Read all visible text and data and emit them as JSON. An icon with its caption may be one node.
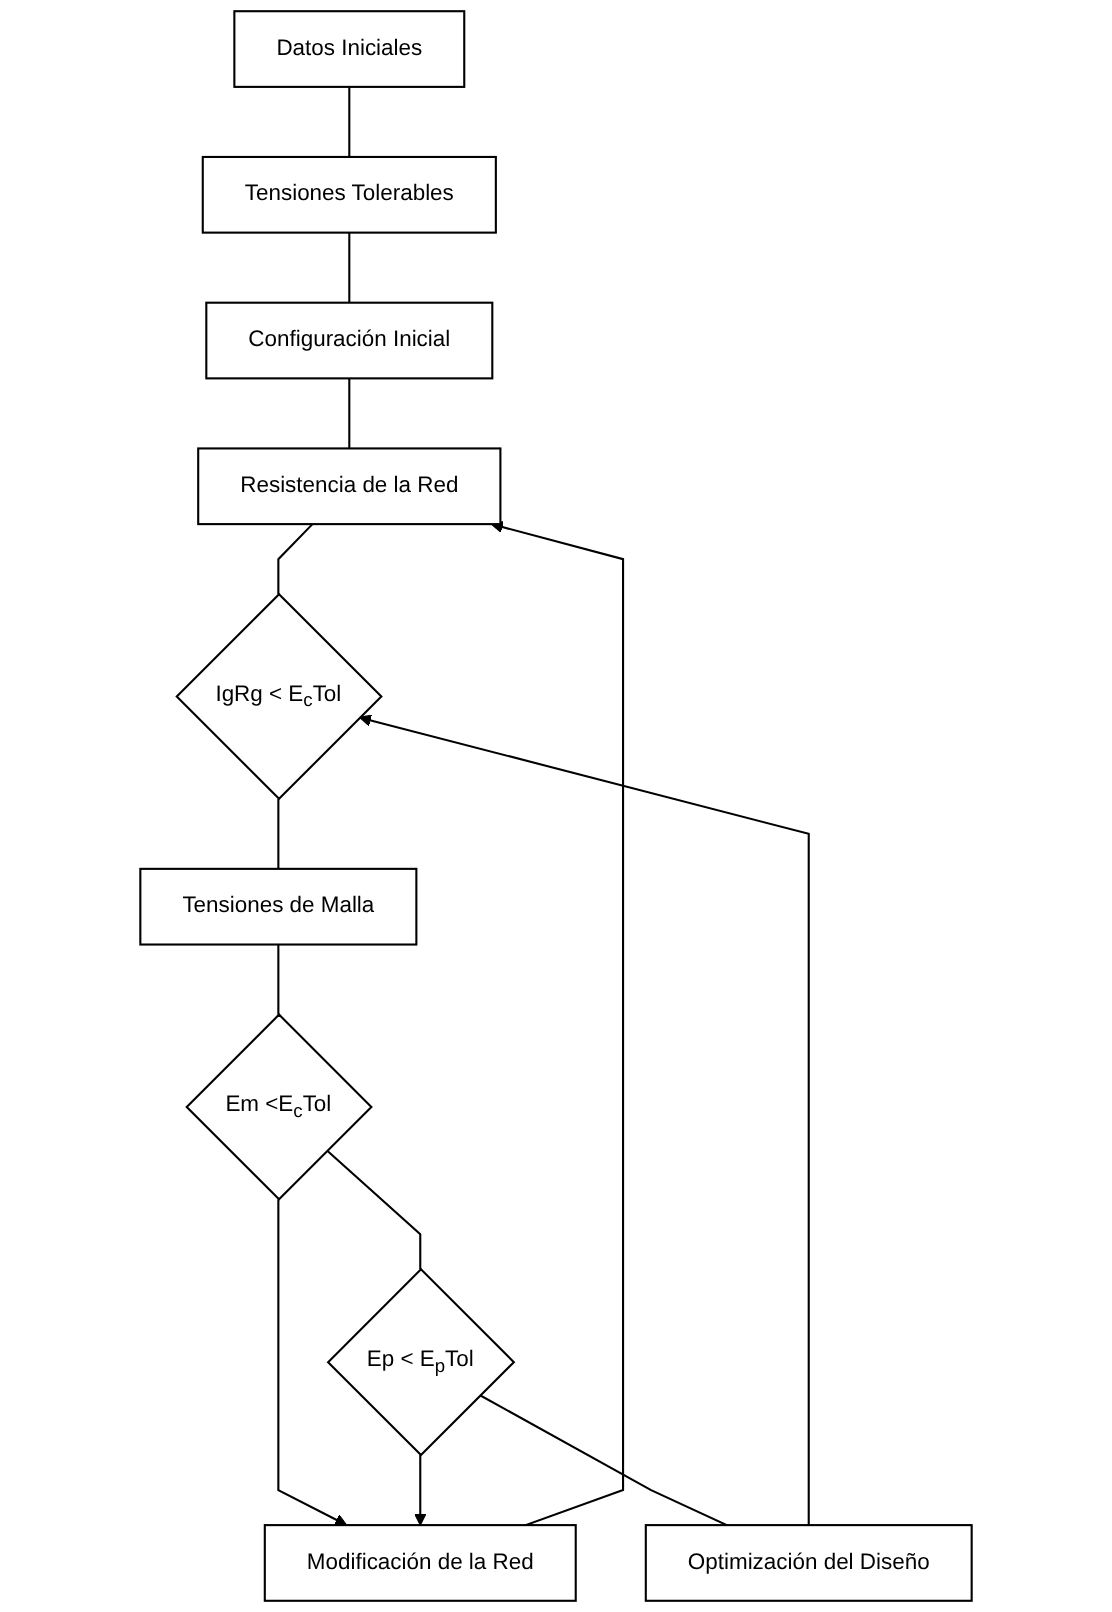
{
  "diagram": {
    "nodes": [
      {
        "text": [
          "Datos Iniciales"
        ]
      },
      {
        "text": [
          "Tensiones Tolerables"
        ]
      },
      {
        "text": [
          "Configuración Inicial"
        ]
      },
      {
        "text": [
          "Resistencia de la Red"
        ]
      },
      {
        "text": [
          "Modificación de la Red"
        ]
      },
      {
        "text": [
          "IgRg < E$_{c}$Tol"
        ]
      },
      {
        "text": [
          "Tensiones de Malla"
        ]
      },
      {
        "text": [
          "Em <E$_{c}$Tol"
        ]
      },
      {
        "text": [
          "Ep < E$_{p}$Tol"
        ]
      },
      {
        "text": [
          "Optimización del Diseño"
        ]
      }
    ],
    "edges": [
      {
        "from": 0,
        "to": 1,
        "arrow": "none"
      },
      {
        "from": 1,
        "to": 2,
        "arrow": "none"
      },
      {
        "from": 2,
        "to": 3,
        "arrow": "none"
      },
      {
        "from": 4,
        "to": 3,
        "arrow": "to"
      },
      {
        "from": 3,
        "to": 5,
        "arrow": "none"
      },
      {
        "from": 5,
        "to": 6,
        "arrow": "none"
      },
      {
        "from": 6,
        "to": 7,
        "arrow": "none"
      },
      {
        "from": 7,
        "to": 4,
        "arrow": "to"
      },
      {
        "from": 7,
        "to": 8,
        "arrow": "none"
      },
      {
        "from": 8,
        "to": 4,
        "arrow": "to"
      },
      {
        "from": 8,
        "to": 9,
        "arrow": "none"
      },
      {
        "from": 9,
        "to": 5,
        "arrow": "to"
      }
    ]
  }
}
